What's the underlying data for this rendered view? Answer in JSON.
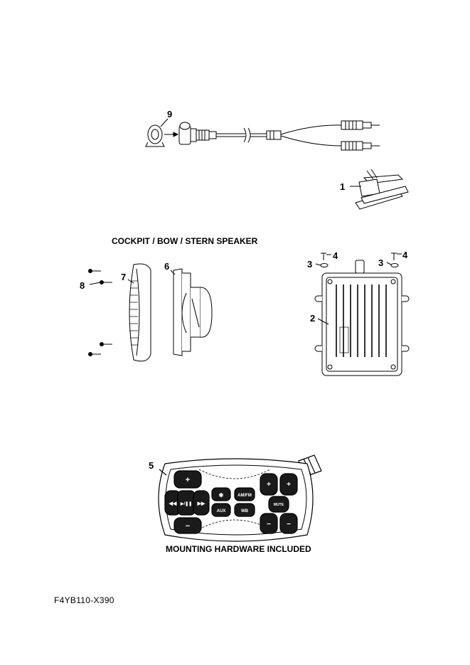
{
  "captions": {
    "speaker_section": "COCKPIT / BOW / STERN SPEAKER",
    "remote_hardware": "MOUNTING HARDWARE INCLUDED",
    "drawing_code": "F4YB110-X390"
  },
  "callouts": {
    "c1": "1",
    "c2": "2",
    "c3a": "3",
    "c3b": "3",
    "c4a": "4",
    "c4b": "4",
    "c5": "5",
    "c6": "6",
    "c7": "7",
    "c8": "8",
    "c9": "9"
  },
  "remote_buttons": {
    "plus": "+",
    "minus": "−",
    "prev": "◀◀",
    "play": "▶/❚❚",
    "next": "▶▶",
    "bluetooth": "✱",
    "am_fm": "AM/FM",
    "aux": "AUX",
    "wb": "WB",
    "mute": "MUTE"
  }
}
